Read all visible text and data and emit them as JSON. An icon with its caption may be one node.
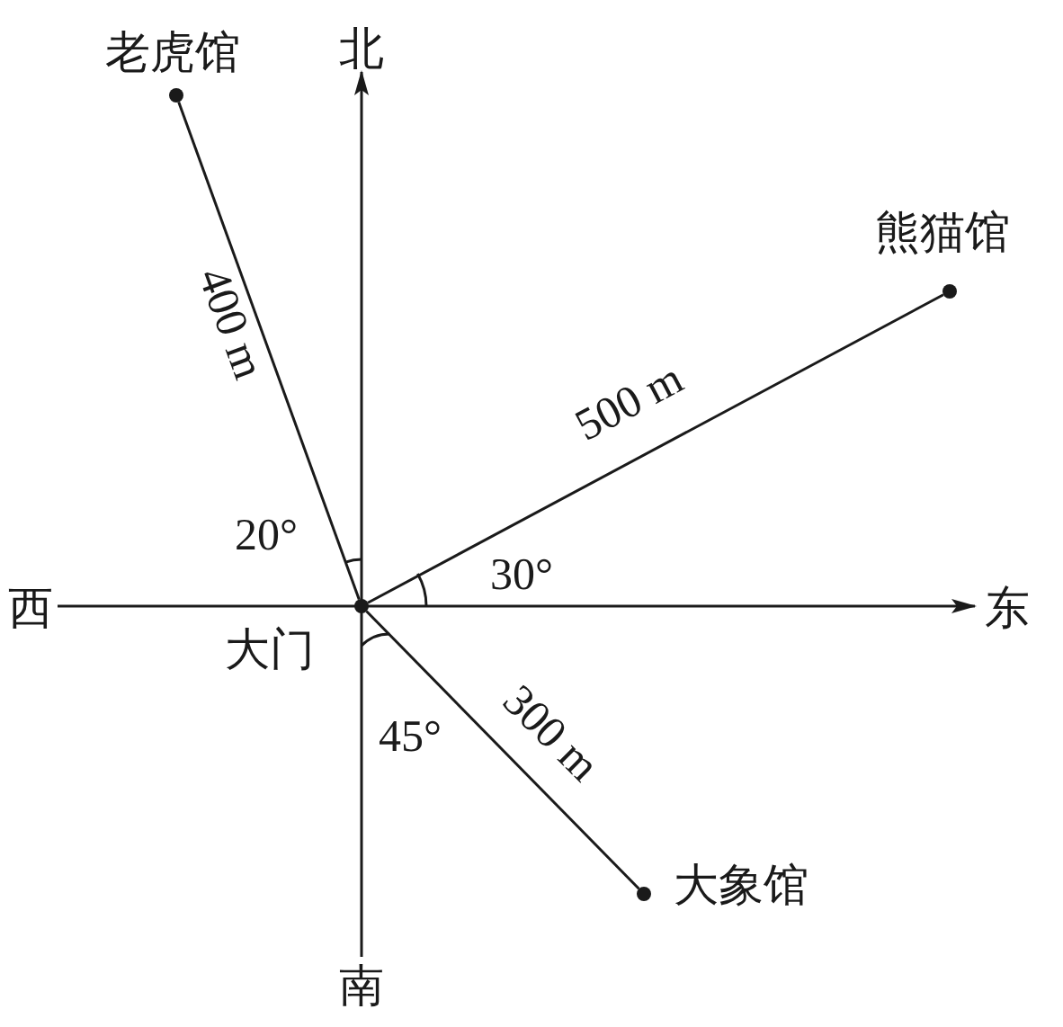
{
  "diagram": {
    "nodes": [
      {
        "text": [],
        "shape": "circle",
        "beside": [
          "大门"
        ]
      },
      {
        "text": [],
        "shape": "circle",
        "beside": [
          "老虎馆"
        ]
      },
      {
        "text": [],
        "shape": "circle",
        "beside": [
          "熊猫馆"
        ]
      },
      {
        "text": [],
        "shape": "circle",
        "beside": [
          "大象馆"
        ]
      }
    ],
    "edges": [
      {
        "from": 0,
        "to": 1,
        "arrow": "none",
        "label": "400 m"
      },
      {
        "from": 0,
        "to": 2,
        "arrow": "none",
        "label": "500 m"
      },
      {
        "from": 0,
        "to": 3,
        "arrow": "none",
        "label": "300 m"
      }
    ],
    "labels": [
      "北",
      "西",
      "东",
      "南",
      "20°",
      "30°",
      "45°"
    ]
  }
}
